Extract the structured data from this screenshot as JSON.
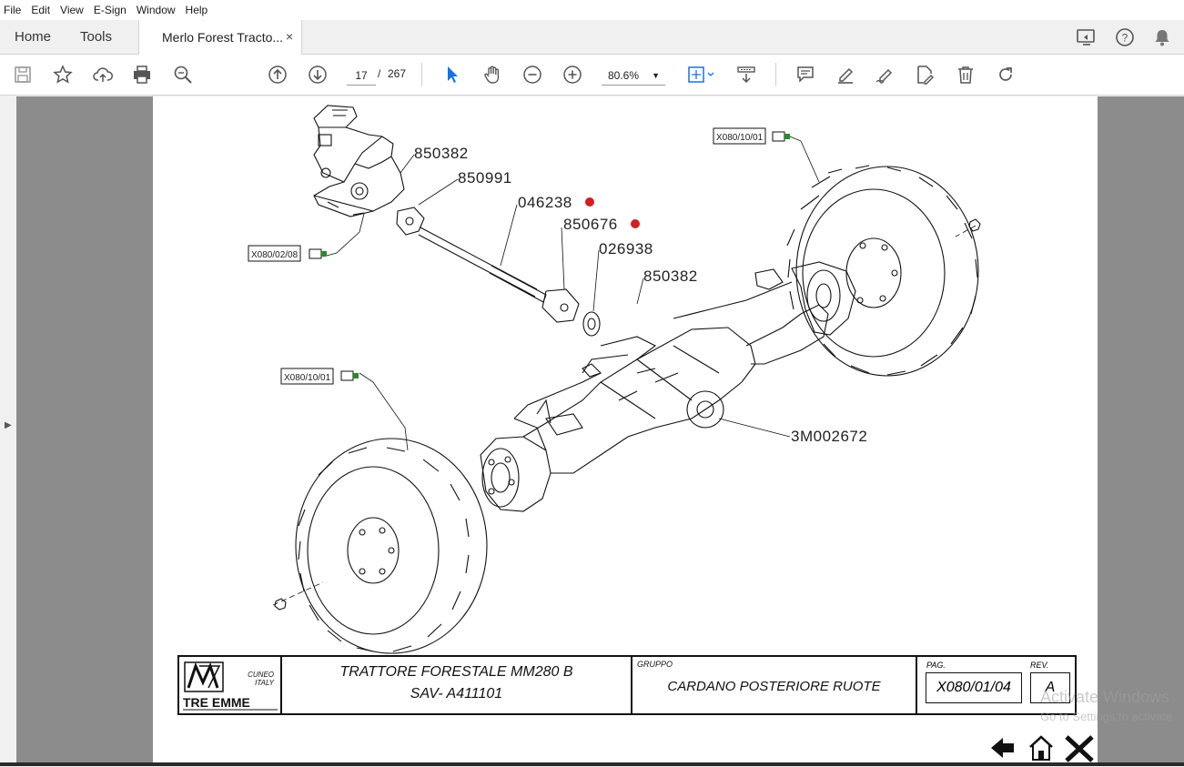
{
  "menu": [
    "File",
    "Edit",
    "View",
    "E-Sign",
    "Window",
    "Help"
  ],
  "tabs": {
    "home": "Home",
    "tools": "Tools",
    "document": "Merlo Forest Tracto...",
    "close": "×"
  },
  "toolbar": {
    "page_current": "17",
    "page_separator": "/",
    "page_total": "267",
    "zoom": "80.6%"
  },
  "drawing": {
    "part_labels": [
      "850382",
      "850991",
      "046238",
      "850676",
      "026938",
      "850382",
      "3M002672"
    ],
    "ref_boxes": [
      "X080/10/01",
      "X080/02/08",
      "X080/10/01"
    ]
  },
  "title_block": {
    "logo_text": "TRE EMME",
    "logo_city": "CUNEO",
    "logo_country": "ITALY",
    "title_line1": "TRATTORE FORESTALE MM280 B",
    "title_line2": "SAV- A411101",
    "group_caption": "GRUPPO",
    "group_value": "CARDANO POSTERIORE RUOTE",
    "page_caption": "PAG.",
    "page_value": "X080/01/04",
    "rev_caption": "REV.",
    "rev_value": "A"
  },
  "watermark": {
    "line1": "Activate Windows",
    "line2": "Go to Settings to activate"
  }
}
